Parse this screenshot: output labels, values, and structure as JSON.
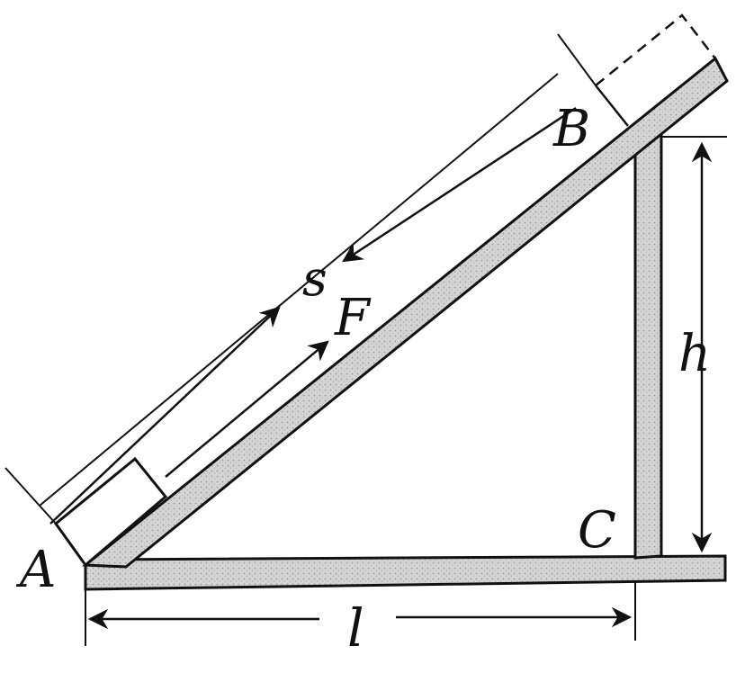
{
  "labels": {
    "point_a": "A",
    "point_b": "B",
    "point_c": "C",
    "distance": "s",
    "force": "F",
    "height": "h",
    "length": "l"
  },
  "colors": {
    "ink": "#111111",
    "beam_fill": "#cfcfcf",
    "background": "#ffffff"
  }
}
